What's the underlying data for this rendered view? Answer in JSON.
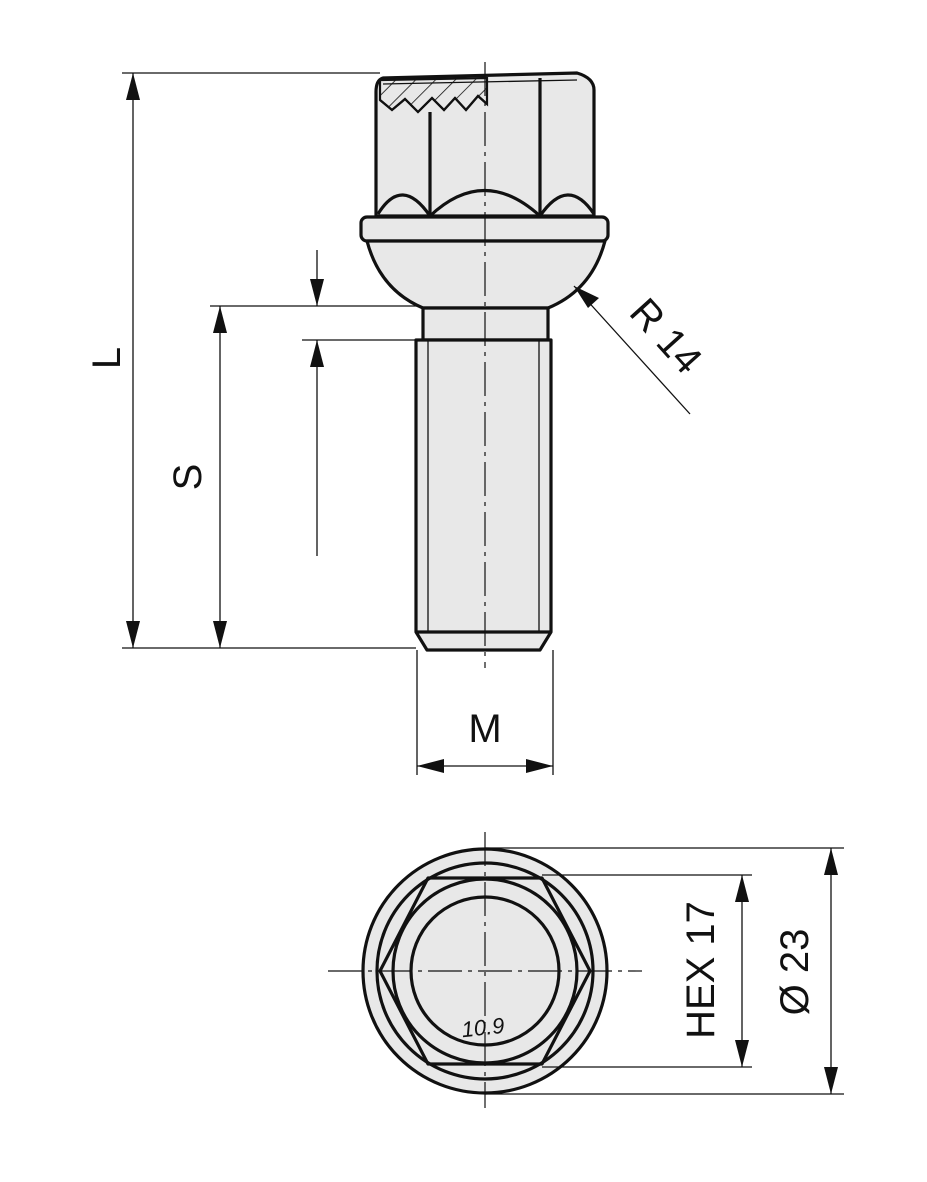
{
  "dimensions": {
    "length_label": "L",
    "thread_length_label": "S",
    "thread_size_label": "M",
    "radius_label": "R 14",
    "hex_label": "HEX 17",
    "diameter_label": "Ø 23"
  },
  "markings": {
    "strength_grade": "10.9"
  },
  "colors": {
    "line": "#111111",
    "fill": "#e8e8e8",
    "background": "#ffffff"
  }
}
